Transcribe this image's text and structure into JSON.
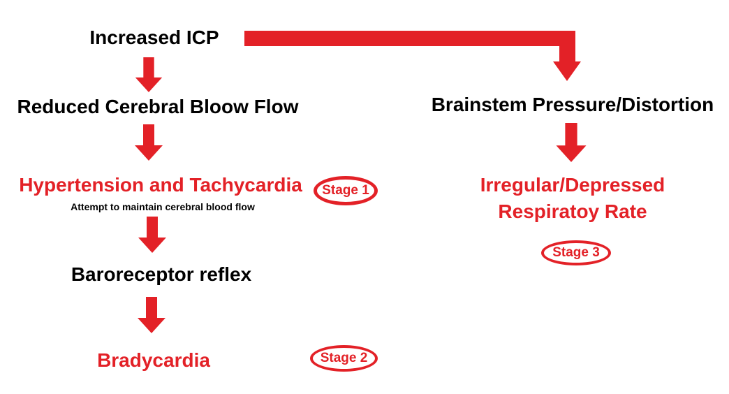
{
  "colors": {
    "arrow_red": "#e32127",
    "text_black": "#000000",
    "background": "#ffffff"
  },
  "diagram": {
    "title_context": "Increased ICP stages flowchart",
    "left_flow": {
      "node_icp": "Increased ICP",
      "node_reduced_flow": "Reduced Cerebral Bloow Flow",
      "node_hypertension": "Hypertension and Tachycardia",
      "hypertension_note": "Attempt to maintain cerebral blood flow",
      "stage1_label": "Stage 1",
      "node_baroreceptor": "Baroreceptor reflex",
      "node_bradycardia": "Bradycardia",
      "stage2_label": "Stage 2"
    },
    "right_flow": {
      "node_brainstem": "Brainstem Pressure/Distortion",
      "node_respiratory_line1": "Irregular/Depressed",
      "node_respiratory_line2": "Respiratoy Rate",
      "stage3_label": "Stage 3"
    },
    "icons": [
      "down-arrow-icon x5",
      "elbow-arrow-icon x1"
    ]
  }
}
